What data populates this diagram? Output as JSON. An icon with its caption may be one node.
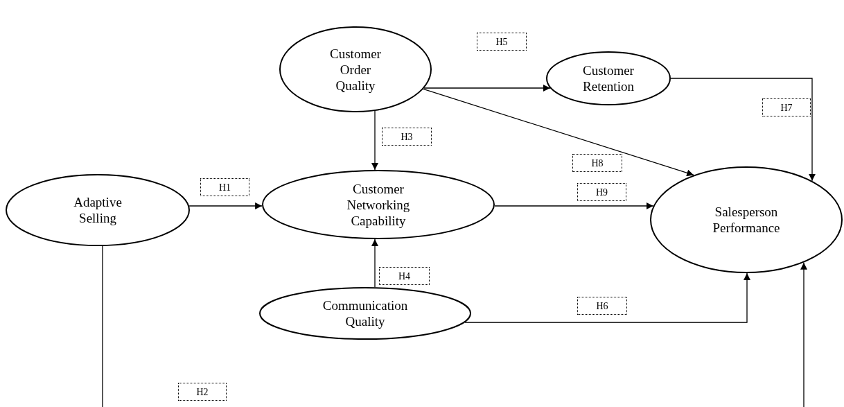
{
  "diagram": {
    "nodes": [
      {
        "text": [
          "Customer Order Quality"
        ]
      },
      {
        "text": [
          "Customer Retention"
        ]
      },
      {
        "text": [
          "Adaptive Selling"
        ]
      },
      {
        "text": [
          "Customer Networking Capability"
        ]
      },
      {
        "text": [
          "Salesperson Performance"
        ]
      },
      {
        "text": [
          "Communication Quality"
        ]
      }
    ],
    "edges": [
      {
        "from": 0,
        "to": 1,
        "arrow": "to",
        "label": "H5"
      },
      {
        "from": 1,
        "to": 4,
        "arrow": "to",
        "label": "H7"
      },
      {
        "from": 0,
        "to": 4,
        "arrow": "to",
        "label": "H8"
      },
      {
        "from": 0,
        "to": 3,
        "arrow": "to",
        "label": "H3"
      },
      {
        "from": 2,
        "to": 3,
        "arrow": "to",
        "label": "H1"
      },
      {
        "from": 3,
        "to": 4,
        "arrow": "to",
        "label": "H9"
      },
      {
        "from": 5,
        "to": 3,
        "arrow": "to",
        "label": "H4"
      },
      {
        "from": 5,
        "to": 4,
        "arrow": "to",
        "label": "H6"
      },
      {
        "from": 2,
        "to": 4,
        "arrow": "to",
        "label": "H2"
      }
    ]
  }
}
